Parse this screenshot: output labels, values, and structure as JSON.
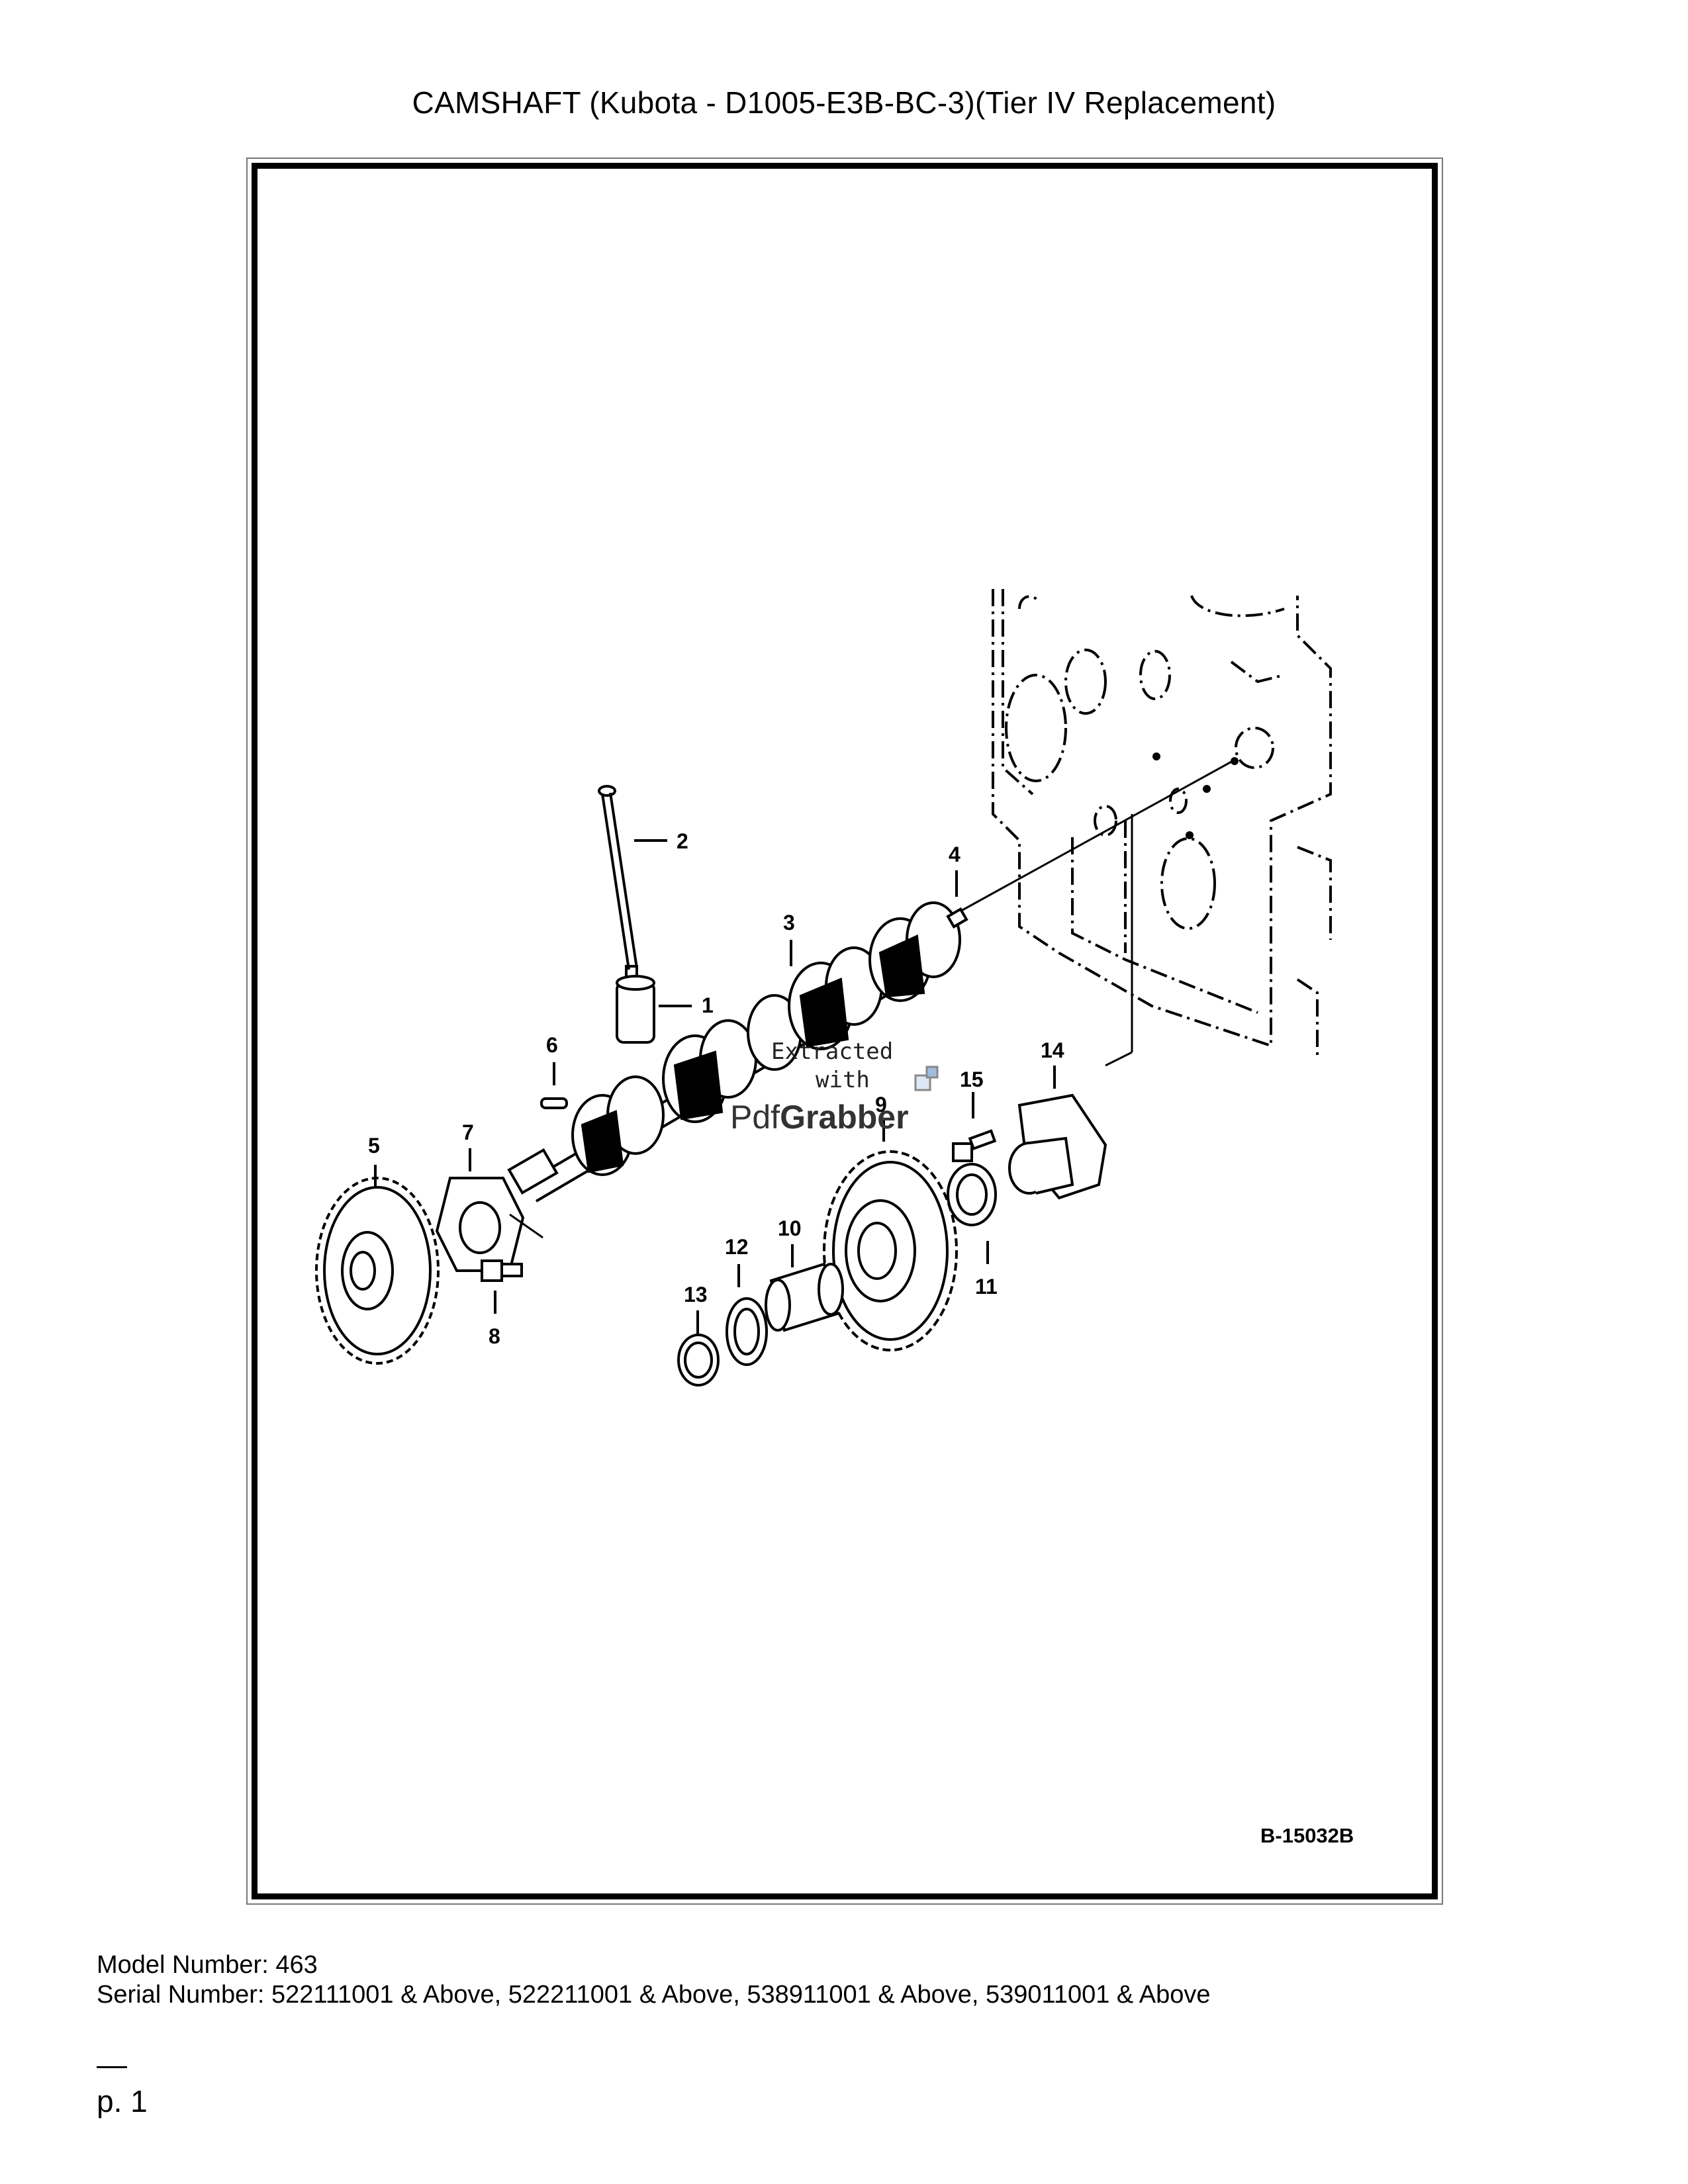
{
  "title": "CAMSHAFT (Kubota - D1005-E3B-BC-3)(Tier IV Replacement)",
  "diagram": {
    "code": "B-15032B",
    "callouts": [
      "1",
      "2",
      "3",
      "4",
      "5",
      "6",
      "7",
      "8",
      "9",
      "10",
      "11",
      "12",
      "13",
      "14",
      "15"
    ],
    "watermark": {
      "line1": "Extracted",
      "line2": "with",
      "brand_a": "Pdf",
      "brand_b": "Grabber"
    }
  },
  "model_number": "Model Number: 463",
  "serial_number": "Serial Number: 522111001 & Above, 522211001 & Above, 538911001 & Above, 539011001 & Above",
  "page": "p. 1"
}
